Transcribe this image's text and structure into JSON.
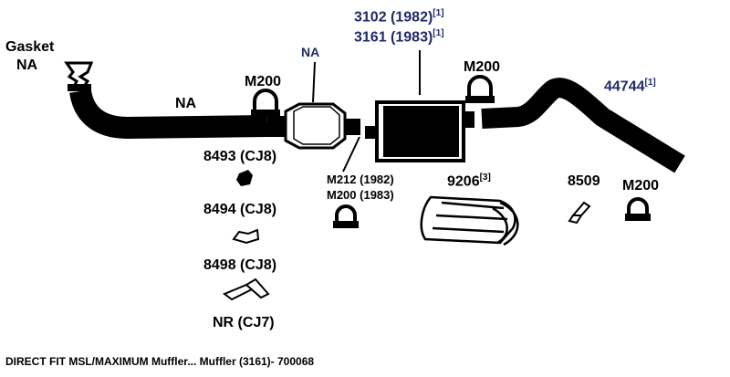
{
  "colors": {
    "part": "#000000",
    "part_number_highlight": "#1f2a6b",
    "background": "#ffffff"
  },
  "labels": {
    "gasket_line1": "Gasket",
    "gasket_line2": "NA",
    "inlet_pipe": "NA",
    "converter": "NA",
    "clamp_front": "M200",
    "muffler_1982": "3102 (1982)",
    "muffler_1982_note": "[1]",
    "muffler_1983": "3161 (1983)",
    "muffler_1983_note": "[1]",
    "clamp_rear": "M200",
    "tailpipe": "44744",
    "tailpipe_note": "[1]",
    "hanger_8493": "8493 (CJ8)",
    "hanger_8494": "8494 (CJ8)",
    "hanger_8498": "8498 (CJ8)",
    "hanger_nr": "NR (CJ7)",
    "clamp_m212": "M212 (1982)",
    "clamp_m200_1983": "M200 (1983)",
    "heat_shield": "9206",
    "heat_shield_note": "[3]",
    "hanger_8509": "8509",
    "clamp_tail": "M200"
  },
  "footer": {
    "caption": "DIRECT FIT MSL/MAXIMUM Muffler... Muffler (3161)- 700068"
  }
}
